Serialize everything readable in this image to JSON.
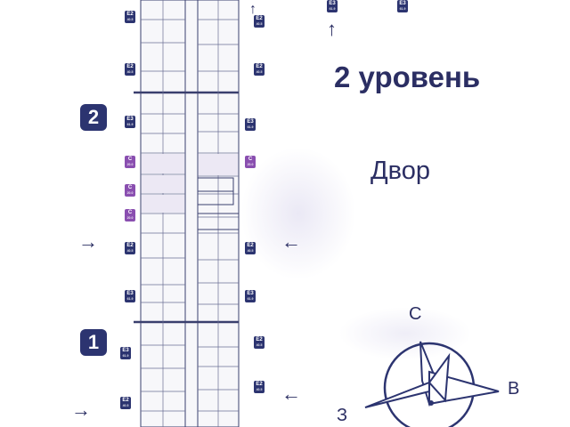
{
  "header": {
    "level_title": "2 уровень"
  },
  "yard_label": "Двор",
  "level_badges": [
    {
      "label": "2"
    },
    {
      "label": "1"
    }
  ],
  "apartment_tags": [
    {
      "code": "E2",
      "area": "40.5"
    },
    {
      "code": "E2",
      "area": "40.5"
    },
    {
      "code": "E2",
      "area": "40.5"
    },
    {
      "code": "E2",
      "area": "40.5"
    },
    {
      "code": "E3",
      "area": "61.9"
    },
    {
      "code": "E3",
      "area": "61.9"
    },
    {
      "code": "C",
      "area": "20.0"
    },
    {
      "code": "C",
      "area": "20.0"
    },
    {
      "code": "C",
      "area": "20.0"
    },
    {
      "code": "C",
      "area": "20.0"
    },
    {
      "code": "E2",
      "area": "40.5"
    },
    {
      "code": "E2",
      "area": "40.5"
    },
    {
      "code": "E3",
      "area": "61.9"
    },
    {
      "code": "E3",
      "area": "61.9"
    },
    {
      "code": "E3",
      "area": "61.9"
    },
    {
      "code": "E2",
      "area": "40.5"
    },
    {
      "code": "E2",
      "area": "40.5"
    },
    {
      "code": "E2",
      "area": "40.5"
    },
    {
      "code": "E3",
      "area": "61.9"
    },
    {
      "code": "E3",
      "area": "61.9"
    }
  ],
  "compass": {
    "north": "С",
    "east": "В",
    "west": "З"
  },
  "entrance_arrows": [
    "→",
    "←",
    "→",
    "←",
    "↑",
    "↑"
  ],
  "colors": {
    "navy": "#2c3470",
    "studio": "#8a4fb0",
    "text": "#2b2e63"
  }
}
